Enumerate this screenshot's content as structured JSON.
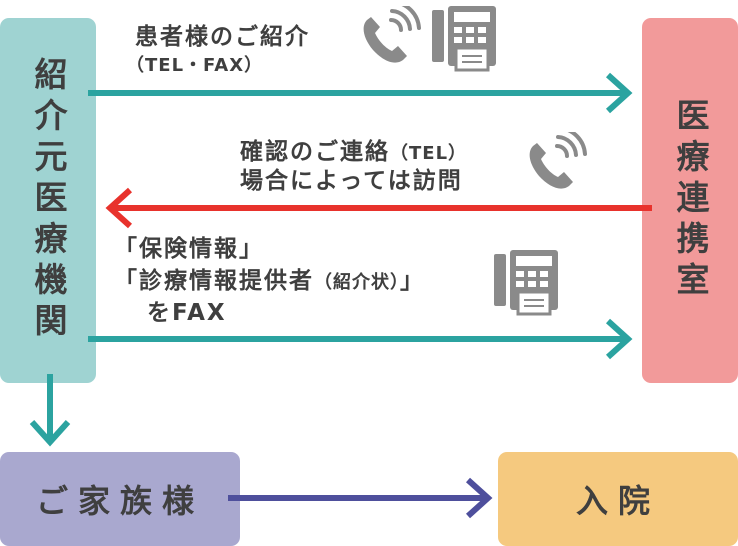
{
  "nodes": {
    "referring_hospital": "紹介元医療機関",
    "liaison_office": "医療連携室",
    "family": "ご家族様",
    "admission": "入院"
  },
  "messages": {
    "intro_line1": "患者様のご紹介",
    "intro_line2": "（TEL・FAX）",
    "confirm_line1": "確認のご連絡",
    "confirm_tel": "（TEL）",
    "confirm_line2": "場合によっては訪問",
    "fax_line1": "「保険情報」",
    "fax_line2a": "「診療情報提供者",
    "fax_line2b": "（紹介状）",
    "fax_line2c": "」",
    "fax_line3": "をFAX"
  },
  "icons": [
    "phone-icon",
    "fax-icon",
    "phone-icon",
    "fax-icon"
  ],
  "colors": {
    "teal_box": "#9fd3d2",
    "pink_box": "#f29a9a",
    "lavender_box": "#a9a8cf",
    "orange_box": "#f5c97f",
    "teal_arrow": "#2ba3a0",
    "red_arrow": "#e8322c",
    "navy_arrow": "#4e4f9c",
    "icon_gray": "#8a8a8a"
  }
}
